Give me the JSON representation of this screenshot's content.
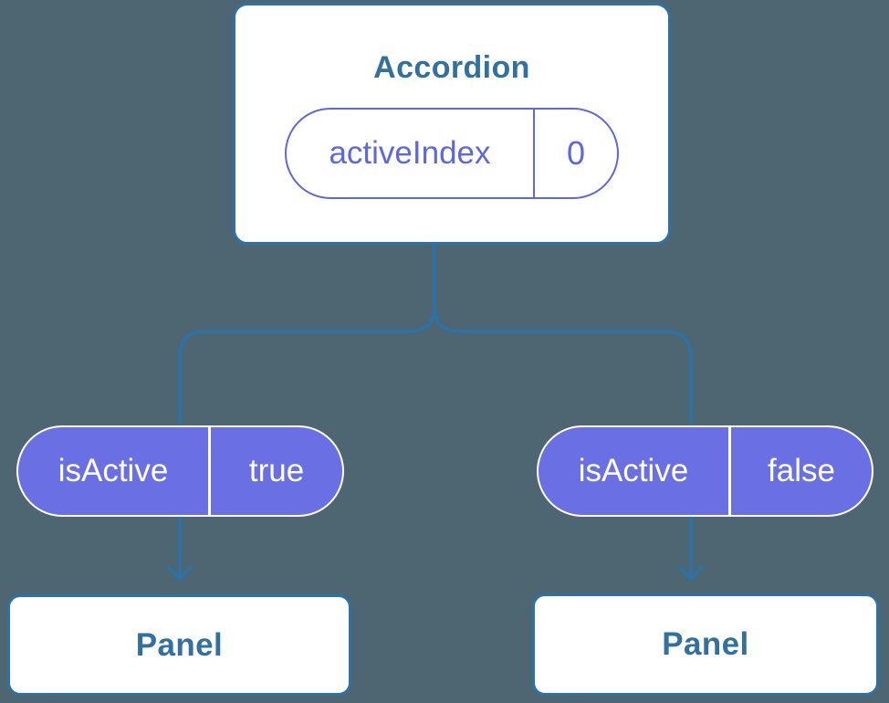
{
  "colors": {
    "background": "#4d6671",
    "connector_blue": "#2d72a6",
    "heading_blue": "#32709f",
    "pill_purple_fill": "#6a70e3",
    "pill_purple_stroke": "#5d68de",
    "card_white": "#ffffff"
  },
  "diagram": {
    "root": {
      "title": "Accordion",
      "state_pill": {
        "label": "activeIndex",
        "value": "0"
      }
    },
    "branches": [
      {
        "prop_pill": {
          "label": "isActive",
          "value": "true"
        },
        "panel_title": "Panel"
      },
      {
        "prop_pill": {
          "label": "isActive",
          "value": "false"
        },
        "panel_title": "Panel"
      }
    ]
  }
}
